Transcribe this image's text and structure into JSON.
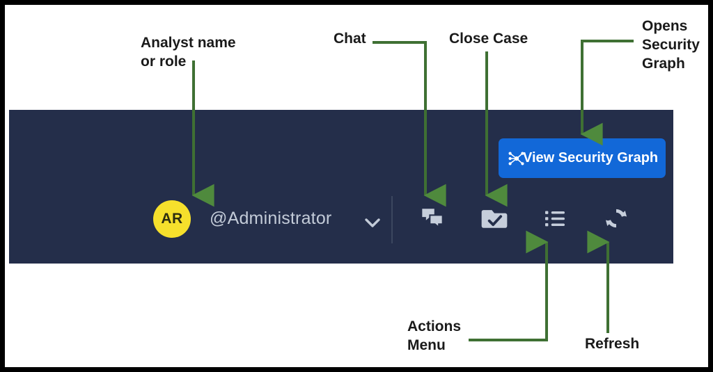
{
  "toolbar": {
    "avatar_initials": "AR",
    "username": "@Administrator",
    "chevron_icon": "chevron-down-icon",
    "separator": "vertical-divider",
    "icons": [
      {
        "name": "chat-icon",
        "label": "Chat"
      },
      {
        "name": "close-case-icon",
        "label": "Close Case"
      },
      {
        "name": "actions-menu-icon",
        "label": "Actions Menu"
      },
      {
        "name": "refresh-icon",
        "label": "Refresh"
      }
    ],
    "security_graph_button": {
      "label": "View Security Graph",
      "icon": "graph-nodes-icon",
      "background_color": "#1268d8",
      "text_color": "#ffffff"
    },
    "background_color": "#242e4a",
    "avatar_color": "#f6e02c",
    "username_color": "#c3cbd8"
  },
  "annotations": {
    "analyst": "Analyst name\nor role",
    "chat": "Chat",
    "close_case": "Close Case",
    "opens_security_graph": "Opens\nSecurity\nGraph",
    "actions_menu": "Actions\nMenu",
    "refresh": "Refresh",
    "arrow_color": "#3f7033",
    "text_color": "#1a1a1a"
  },
  "frame": {
    "border_color": "#000000"
  }
}
